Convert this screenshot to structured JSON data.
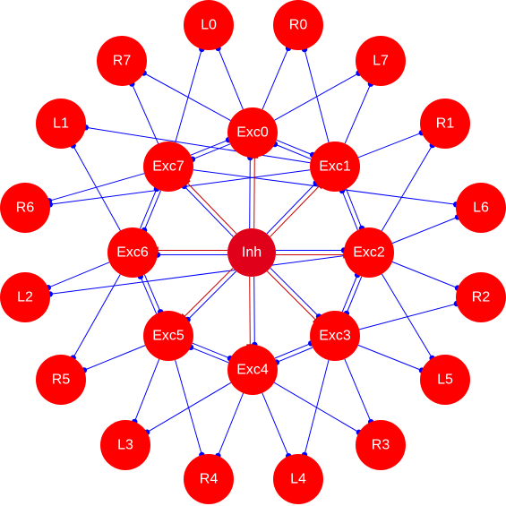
{
  "diagram": {
    "colors": {
      "node_fill": "#ff0000",
      "inhibitory_fill": "#e0001a",
      "excitatory_edge": "#0000ff",
      "inhibitory_edge": "#cc0000",
      "label": "#ffffff",
      "background": "#ffffff"
    },
    "nodes": [
      {
        "id": "L0",
        "label": "L0"
      },
      {
        "id": "R0",
        "label": "R0"
      },
      {
        "id": "R7",
        "label": "R7"
      },
      {
        "id": "L7",
        "label": "L7"
      },
      {
        "id": "L1",
        "label": "L1"
      },
      {
        "id": "R1",
        "label": "R1"
      },
      {
        "id": "R6",
        "label": "R6"
      },
      {
        "id": "L6",
        "label": "L6"
      },
      {
        "id": "L2",
        "label": "L2"
      },
      {
        "id": "R2",
        "label": "R2"
      },
      {
        "id": "R5",
        "label": "R5"
      },
      {
        "id": "L5",
        "label": "L5"
      },
      {
        "id": "L3",
        "label": "L3"
      },
      {
        "id": "R3",
        "label": "R3"
      },
      {
        "id": "R4",
        "label": "R4"
      },
      {
        "id": "L4",
        "label": "L4"
      },
      {
        "id": "Exc0",
        "label": "Exc0"
      },
      {
        "id": "Exc1",
        "label": "Exc1"
      },
      {
        "id": "Exc2",
        "label": "Exc2"
      },
      {
        "id": "Exc3",
        "label": "Exc3"
      },
      {
        "id": "Exc4",
        "label": "Exc4"
      },
      {
        "id": "Exc5",
        "label": "Exc5"
      },
      {
        "id": "Exc6",
        "label": "Exc6"
      },
      {
        "id": "Exc7",
        "label": "Exc7"
      },
      {
        "id": "Inh",
        "label": "Inh"
      }
    ],
    "input_edges": [
      [
        "L0",
        "Exc0"
      ],
      [
        "L0",
        "Exc7"
      ],
      [
        "R0",
        "Exc0"
      ],
      [
        "R0",
        "Exc1"
      ],
      [
        "R7",
        "Exc0"
      ],
      [
        "R7",
        "Exc7"
      ],
      [
        "L7",
        "Exc0"
      ],
      [
        "L7",
        "Exc1"
      ],
      [
        "L1",
        "Exc1"
      ],
      [
        "L1",
        "Exc6"
      ],
      [
        "R1",
        "Exc1"
      ],
      [
        "R1",
        "Exc2"
      ],
      [
        "R6",
        "Exc7"
      ],
      [
        "R6",
        "Exc1"
      ],
      [
        "L6",
        "Exc2"
      ],
      [
        "L6",
        "Exc7"
      ],
      [
        "L2",
        "Exc2"
      ],
      [
        "L2",
        "Exc6"
      ],
      [
        "R2",
        "Exc2"
      ],
      [
        "R2",
        "Exc3"
      ],
      [
        "R5",
        "Exc5"
      ],
      [
        "R5",
        "Exc6"
      ],
      [
        "L5",
        "Exc3"
      ],
      [
        "L5",
        "Exc2"
      ],
      [
        "L3",
        "Exc4"
      ],
      [
        "L3",
        "Exc5"
      ],
      [
        "R3",
        "Exc4"
      ],
      [
        "R3",
        "Exc3"
      ],
      [
        "R4",
        "Exc4"
      ],
      [
        "R4",
        "Exc5"
      ],
      [
        "L4",
        "Exc4"
      ],
      [
        "L4",
        "Exc3"
      ]
    ],
    "ring_edges": [
      [
        "Exc0",
        "Exc1"
      ],
      [
        "Exc1",
        "Exc0"
      ],
      [
        "Exc1",
        "Exc2"
      ],
      [
        "Exc2",
        "Exc1"
      ],
      [
        "Exc2",
        "Exc3"
      ],
      [
        "Exc3",
        "Exc2"
      ],
      [
        "Exc3",
        "Exc4"
      ],
      [
        "Exc4",
        "Exc3"
      ],
      [
        "Exc4",
        "Exc5"
      ],
      [
        "Exc5",
        "Exc4"
      ],
      [
        "Exc5",
        "Exc6"
      ],
      [
        "Exc6",
        "Exc5"
      ],
      [
        "Exc6",
        "Exc7"
      ],
      [
        "Exc7",
        "Exc6"
      ],
      [
        "Exc7",
        "Exc0"
      ],
      [
        "Exc0",
        "Exc7"
      ]
    ],
    "excitatory_to_inhibitory": [
      "Exc0",
      "Exc1",
      "Exc2",
      "Exc3",
      "Exc4",
      "Exc5",
      "Exc6",
      "Exc7"
    ],
    "inhibitory_to_excitatory": [
      "Exc0",
      "Exc1",
      "Exc2",
      "Exc3",
      "Exc4",
      "Exc5",
      "Exc6",
      "Exc7"
    ]
  }
}
